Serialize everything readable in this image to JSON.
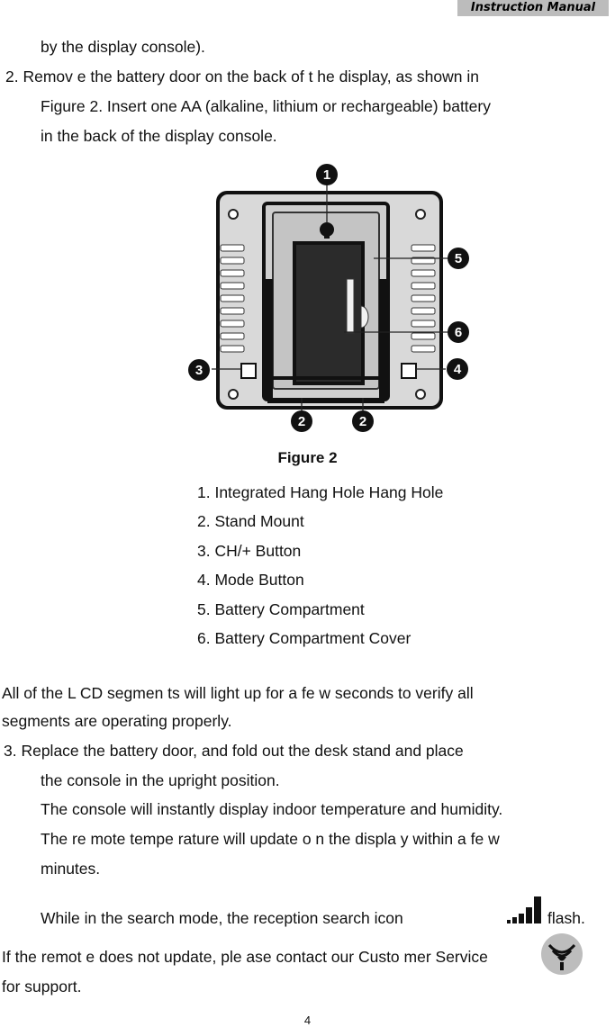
{
  "header": {
    "badge": "Instruction  Manual"
  },
  "step1_tail": "by the display console).",
  "step2": {
    "line1": "2. Remov    e the  battery door on the back of t he display, as shown in",
    "line2": "Figure 2. Insert one AA (alkaline, lithium or rechargeable) battery",
    "line3": "in the back of the display console."
  },
  "figure": {
    "caption": "Figure 2",
    "callouts": [
      "1",
      "2",
      "2",
      "3",
      "4",
      "5",
      "6"
    ],
    "legend": [
      "1. Integrated Hang Hole Hang Hole",
      "2. Stand Mount",
      "3. CH/+ Button",
      "4. Mode Button",
      "5. Battery Compartment",
      "6. Battery Compartment Cover"
    ]
  },
  "lcd_note": {
    "line1": "All of  the L CD segmen ts will light   up for a fe  w seconds  to verify  all",
    "line2": "segments are operating properly."
  },
  "step3": {
    "line1": "3. Replace     the  battery door, and  fold out the  desk stand and place",
    "line2": "the console in the upright position.",
    "line3": "The console will instantly display indoor temperature and humidity.",
    "line4": "The re mote tempe rature will  update o n  the displa y  within a fe w",
    "line5": "minutes.",
    "search_before": "While in the search mode, the reception search icon",
    "search_after": "flash."
  },
  "support": {
    "line1": "If the remot e does not  update, ple ase contact  our Custo mer Service",
    "line2": "for support."
  },
  "icons": [
    "signal-bars-icon",
    "reception-waves-icon"
  ],
  "page_number": "4"
}
